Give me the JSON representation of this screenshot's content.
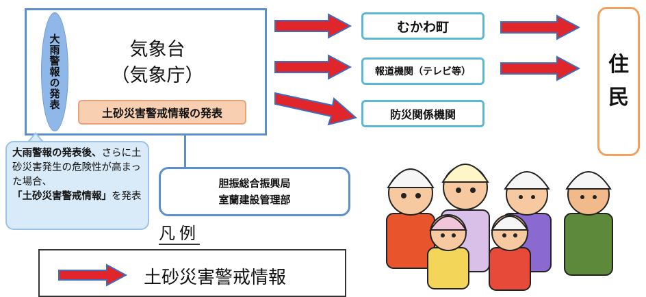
{
  "source": {
    "label_vertical": "大雨警報の発表",
    "name_line1": "気象台",
    "name_line2": "（気象庁）",
    "warning_label": "土砂災害警戒情報の発表"
  },
  "callout": {
    "part1": "大雨警報の発表後、",
    "part2": "さらに土砂災害発生の危険性が高まった場合、",
    "part3": "「土砂災害警戒情報」",
    "part4": "を発表"
  },
  "bureau": {
    "line1": "胆振総合振興局",
    "line2": "室蘭建設管理部"
  },
  "recipients": [
    {
      "label": "むかわ町"
    },
    {
      "label": "報道機関（テレビ等）"
    },
    {
      "label": "防災関係機関"
    }
  ],
  "residents": {
    "char1": "住",
    "char2": "民"
  },
  "legend": {
    "title": "凡例",
    "item_label": "土砂災害警戒情報"
  },
  "colors": {
    "arrow_fill": "#e0262a",
    "arrow_outline": "#3a6fc4",
    "main_border": "#5b8fd0",
    "pill_fill": "#f9cfb2",
    "residents_border": "#f2a160"
  }
}
